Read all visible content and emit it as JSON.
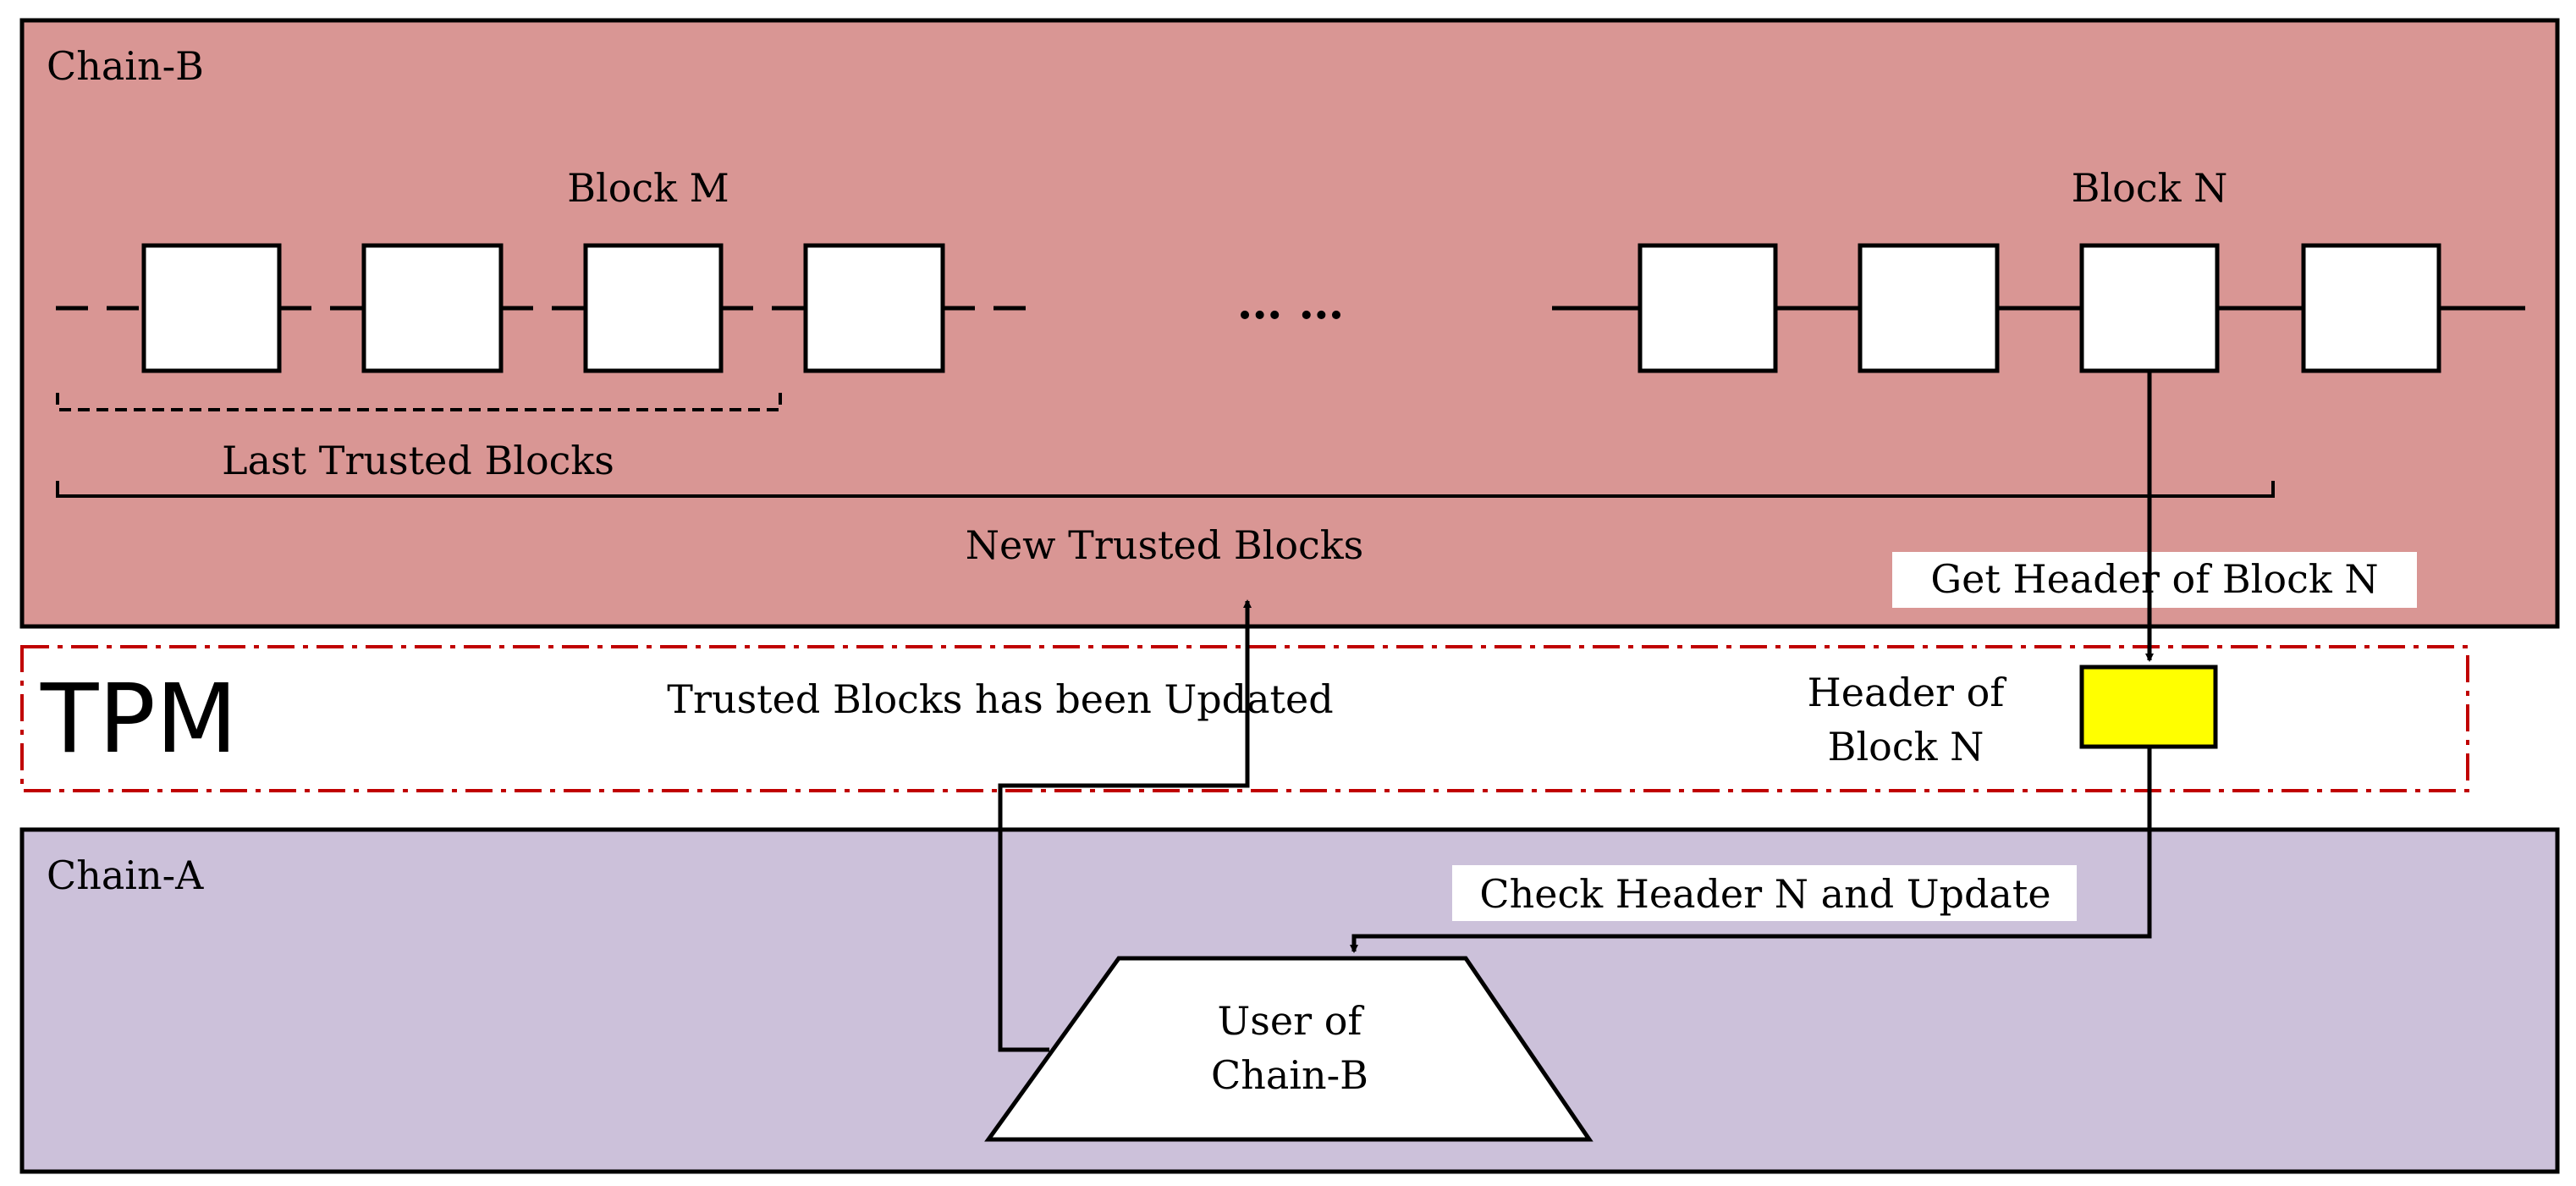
{
  "chain_b": {
    "title": "Chain-B",
    "block_m_label": "Block M",
    "block_n_label": "Block N",
    "ellipsis": "… …",
    "last_trusted_label": "Last Trusted Blocks",
    "new_trusted_label": "New Trusted Blocks",
    "get_header_label": "Get Header of Block N"
  },
  "tpm": {
    "title": "TPM",
    "updated_label": "Trusted Blocks has been Updated",
    "header_label_line1": "Header of",
    "header_label_line2": "Block N"
  },
  "chain_a": {
    "title": "Chain-A",
    "check_label": "Check Header N and Update",
    "user_label_line1": "User of",
    "user_label_line2": "Chain-B"
  },
  "colors": {
    "chain_b_fill": "#d99694",
    "chain_a_fill": "#ccc1da",
    "tpm_border": "#c00000",
    "header_fill": "#ffff00",
    "line": "#000000"
  }
}
